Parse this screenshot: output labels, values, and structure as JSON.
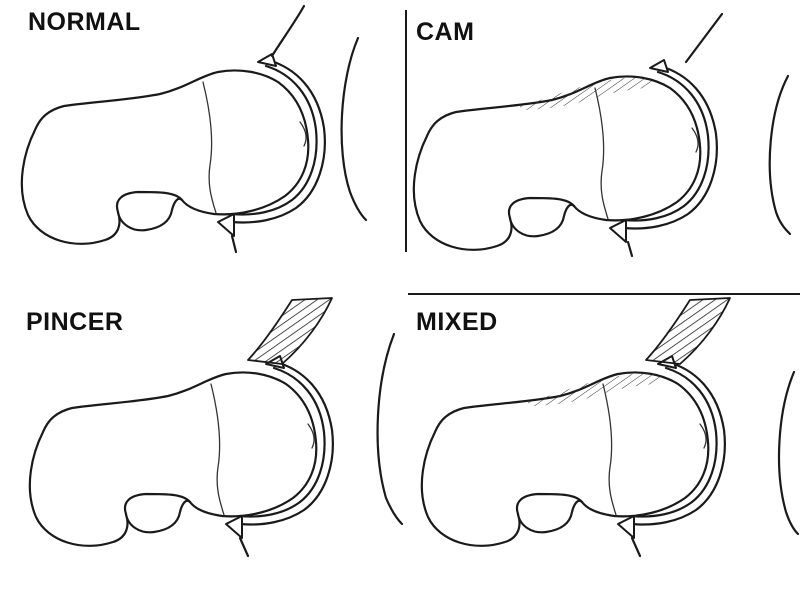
{
  "panels": [
    {
      "id": "normal",
      "label": "NORMAL"
    },
    {
      "id": "cam",
      "label": "CAM"
    },
    {
      "id": "pincer",
      "label": "PINCER"
    },
    {
      "id": "mixed",
      "label": "MIXED"
    }
  ],
  "colors": {
    "line": "#1a1a1a",
    "background": "#ffffff",
    "hatch": "#333333"
  }
}
